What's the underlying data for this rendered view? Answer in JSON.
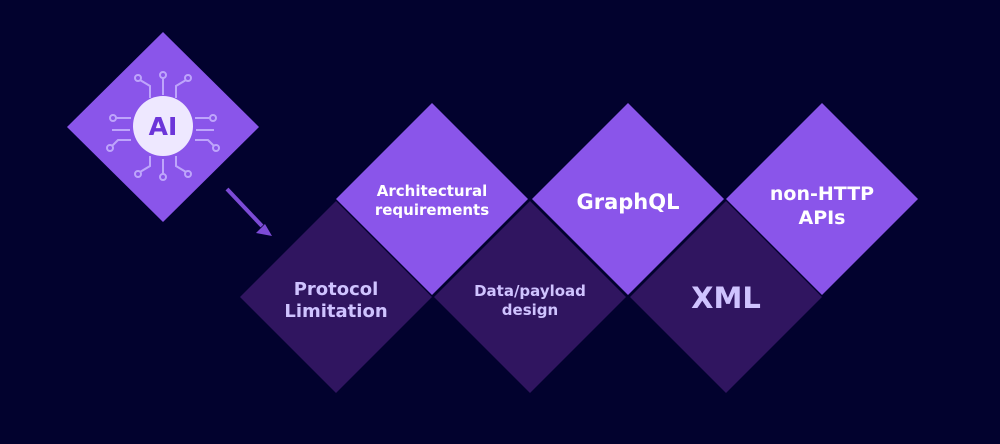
{
  "ai_badge": {
    "label": "AI",
    "icon": "chip-icon"
  },
  "diamonds": {
    "architectural": "Architectural requirements",
    "graphql": "GraphQL",
    "non_http": "non-HTTP APIs",
    "protocol": "Protocol Limitation",
    "payload": "Data/payload design",
    "xml": "XML"
  },
  "colors": {
    "background": "#02022e",
    "light_diamond": "#8a55ea",
    "dark_diamond": "#301560",
    "ai_circle": "#eee8ff",
    "ai_text": "#6c35d9",
    "arrow": "#7c4bd6"
  }
}
